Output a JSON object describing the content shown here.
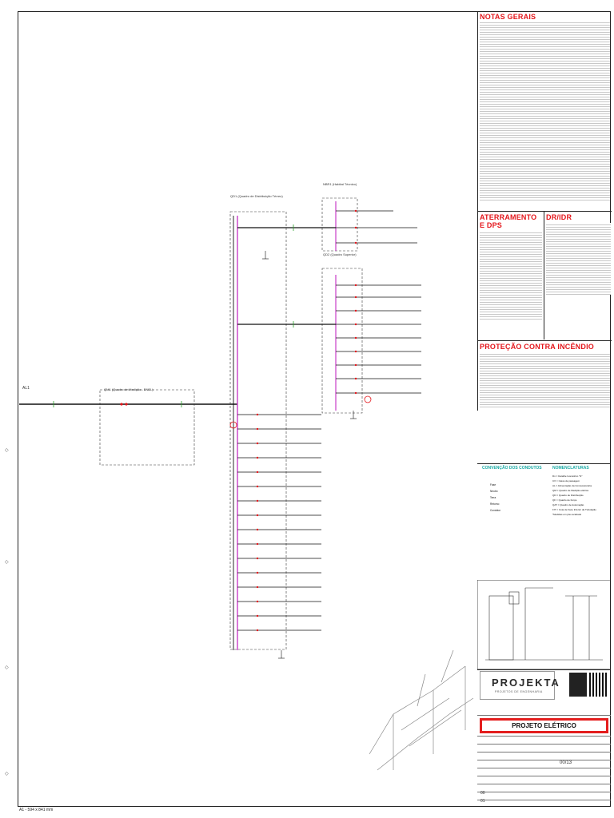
{
  "notes": {
    "general_title": "NOTAS GERAIS",
    "grounding_title": "ATERRAMENTO E DPS",
    "dr_title": "DR/IDR",
    "fire_title": "PROTEÇÃO CONTRA INCÊNDIO"
  },
  "legend": {
    "conduits_title": "CONVENÇÃO DOS CONDUTOS",
    "nomenclature_title": "NOMENCLATURAS",
    "nomenclature_items": [
      "Dn = Detalhe Isométrico \"N\"",
      "CX = Caixa de passagem",
      "AL = Alimentação da Concessionária",
      "QM = Quadro de Medição elétrica",
      "QD = Quadro de Distribuição",
      "QF = Quadro de Força",
      "QAT = Quadro de Automação",
      "FIT = Cota de Face Inferior da Tubulação",
      "*Medidas em piso acabado"
    ],
    "conduit_items": [
      "Fase",
      "Neutro",
      "Terra",
      "Retorno",
      "Condutor"
    ]
  },
  "diagram": {
    "qd1_label": "QD1 (Quadro de Distribuição Térreo)",
    "qm1_label": "QM1 (Quadro de Medição - ENEL)",
    "nbr_label": "NBR1 (Habitat Técnico)",
    "qd2_label": "QD2 (Quadro Superior)",
    "al_label": "AL1"
  },
  "title_block": {
    "logo": "PROJEKTA",
    "logo_sub": "PROJETOS DE ENGENHARIA",
    "project_title": "PROJETO ELÉTRICO",
    "sheet": "00",
    "sheet_total": "13",
    "rev_00": "00",
    "rev_01": "01"
  },
  "sheet_size": "A1 - 594 x 841 mm"
}
